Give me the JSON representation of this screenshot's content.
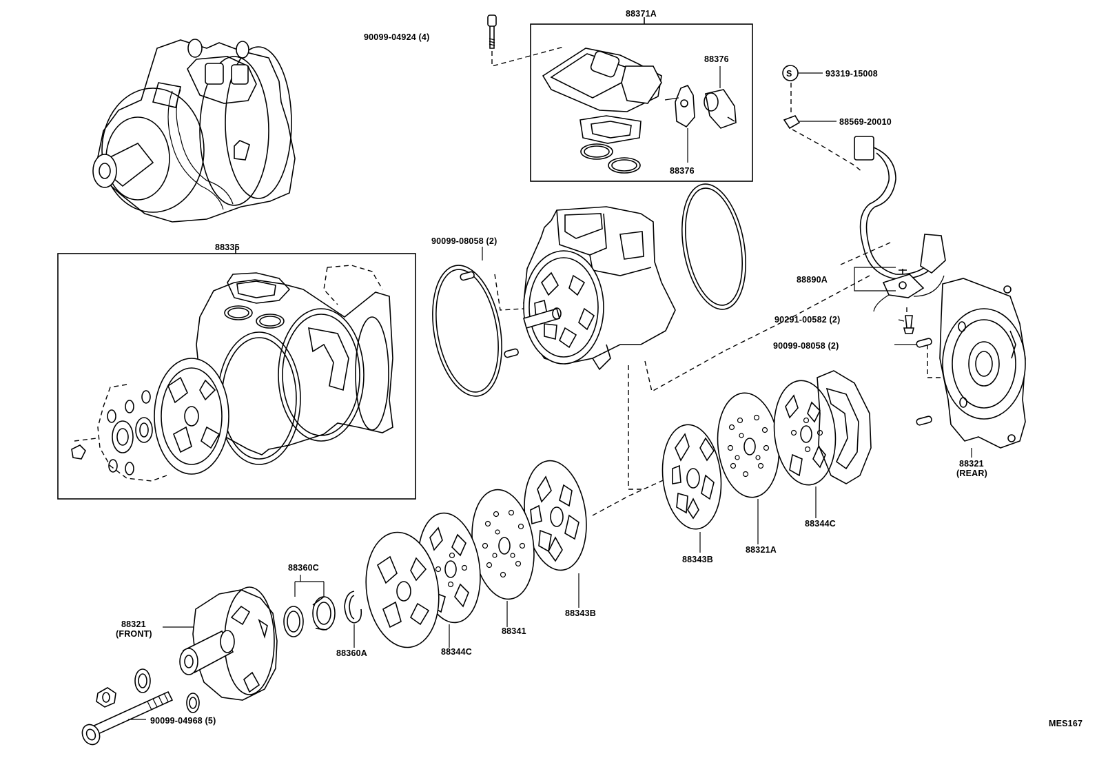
{
  "diagram": {
    "code": "MES167",
    "labels": {
      "bolt_top": "90099-04924 (4)",
      "valve_kit": "88371A",
      "valve_a": "88376",
      "valve_b": "88376",
      "screw_s": "93319-15008",
      "s_mark": "S",
      "clamp": "88569-20010",
      "housing_kit": "88335",
      "pin_top": "90099-08058 (2)",
      "switch": "88890A",
      "screw_sw": "90291-00582 (2)",
      "pin_right": "90099-08058 (2)",
      "rear_head": "88321",
      "rear_head_note": "(REAR)",
      "plate_r1": "88343B",
      "plate_r2": "88321A",
      "plate_r3": "88344C",
      "seal_kit": "88360C",
      "snap_ring": "88360A",
      "plate_f1": "88344C",
      "plate_f2": "88341",
      "plate_f3": "88343B",
      "front_head": "88321",
      "front_head_note": "(FRONT)",
      "bolt_long": "90099-04968 (5)"
    }
  }
}
